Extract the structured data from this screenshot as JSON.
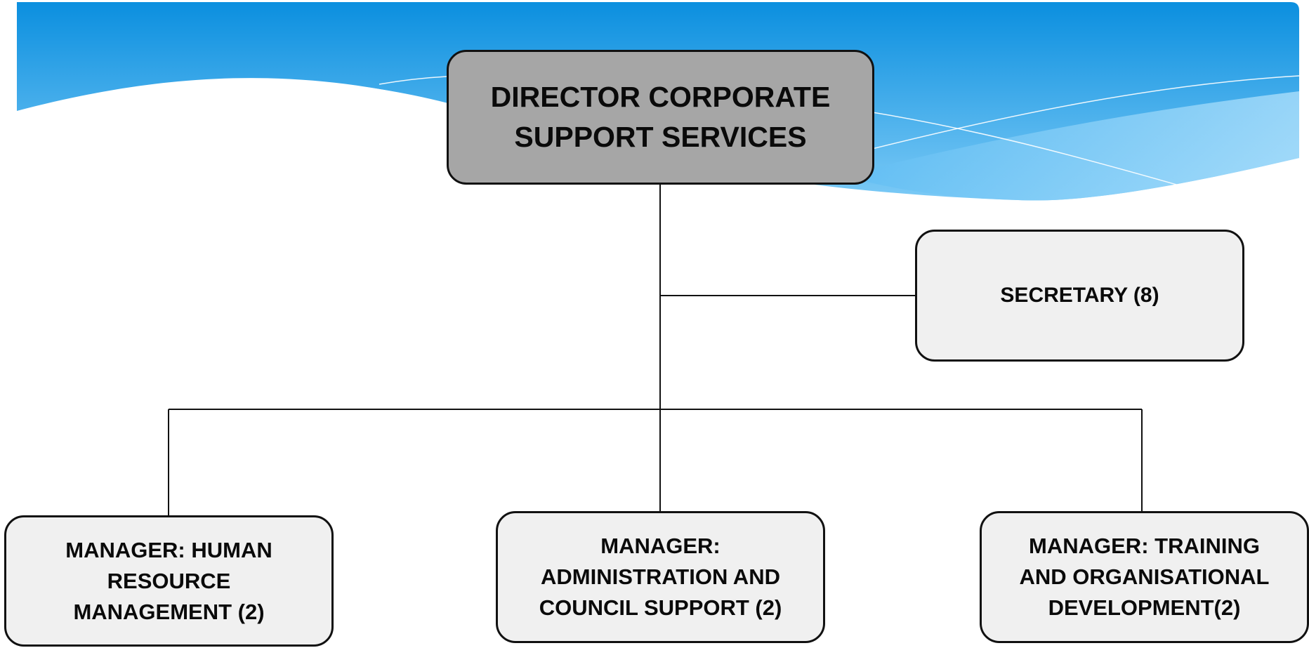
{
  "colors": {
    "banner_dark": "#0b8fdf",
    "banner_light": "#9fd8fb",
    "director_fill": "#a6a6a6",
    "box_fill": "#f0f0f0",
    "border": "#111111"
  },
  "org_chart": {
    "director": {
      "label": "DIRECTOR CORPORATE\nSUPPORT SERVICES"
    },
    "secretary": {
      "label": "SECRETARY (8)"
    },
    "managers": [
      {
        "label": "MANAGER: HUMAN\nRESOURCE\nMANAGEMENT (2)"
      },
      {
        "label": "MANAGER:\nADMINISTRATION AND\nCOUNCIL SUPPORT (2)"
      },
      {
        "label": "MANAGER: TRAINING\nAND ORGANISATIONAL\nDEVELOPMENT(2)"
      }
    ]
  }
}
